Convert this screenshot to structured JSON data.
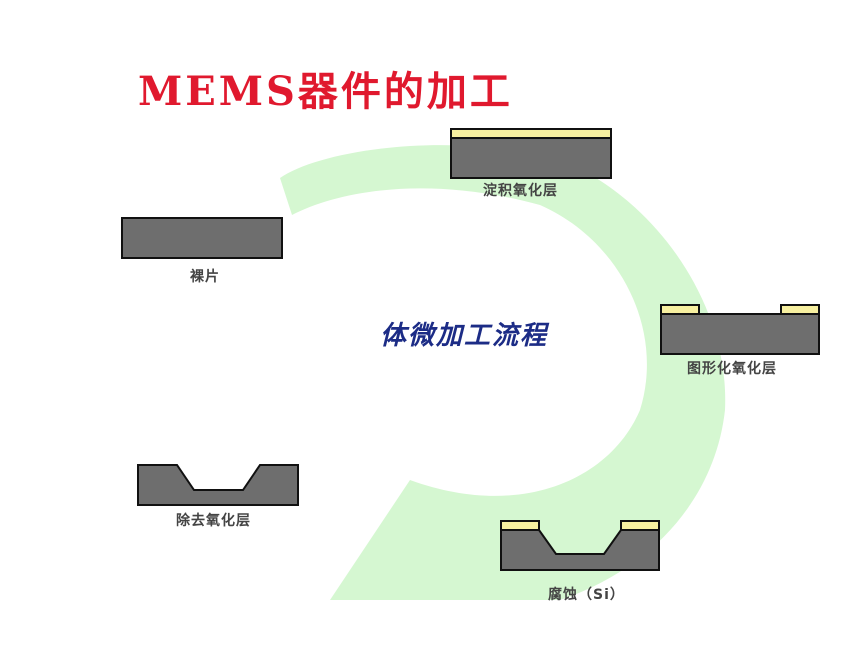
{
  "title": "MEMS器件的加工",
  "center_label": "体微加工流程",
  "steps": [
    {
      "label": "裸片"
    },
    {
      "label": "淀积氧化层"
    },
    {
      "label": "图形化氧化层"
    },
    {
      "label": "腐蚀（Si）"
    },
    {
      "label": "除去氧化层"
    }
  ],
  "colors": {
    "title": "#e0192e",
    "center_label": "#1c2c86",
    "arrow": "#d5f7d1",
    "silicon": "#6e6e6e",
    "oxide": "#f7f0a0",
    "outline": "#111111"
  }
}
